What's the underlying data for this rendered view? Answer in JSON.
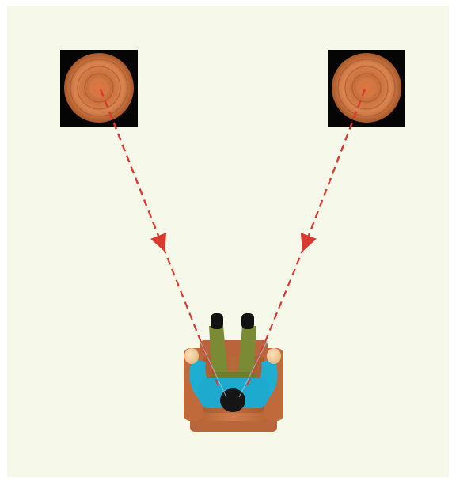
{
  "diagram": {
    "kind": "stereo-listening-position",
    "colors": {
      "background": "#f6f8e9",
      "speaker_cabinet": "#050505",
      "speaker_cone_outer": "#b4602c",
      "speaker_cone_inner": "#e08a54",
      "speaker_cone_ring": "#9a4e22",
      "sound_path": "#d93a2f",
      "chair": "#c47042",
      "chair_shadow": "#8f4a24",
      "shirt": "#1eaed2",
      "pants": "#7b8a34",
      "shoes": "#111111",
      "hair": "#151515",
      "skin": "#f3cf9f"
    },
    "elements": {
      "speakers": [
        {
          "name": "left-speaker",
          "icon": "speaker-icon"
        },
        {
          "name": "right-speaker",
          "icon": "speaker-icon"
        }
      ],
      "listener": {
        "name": "listener",
        "icon": "seated-person-icon"
      },
      "chair": {
        "name": "armchair",
        "icon": "armchair-icon"
      },
      "sound_paths": [
        {
          "from": "left-speaker",
          "to": "listener",
          "style": "dashed",
          "arrow": true
        },
        {
          "from": "right-speaker",
          "to": "listener",
          "style": "dashed",
          "arrow": true
        }
      ]
    }
  }
}
